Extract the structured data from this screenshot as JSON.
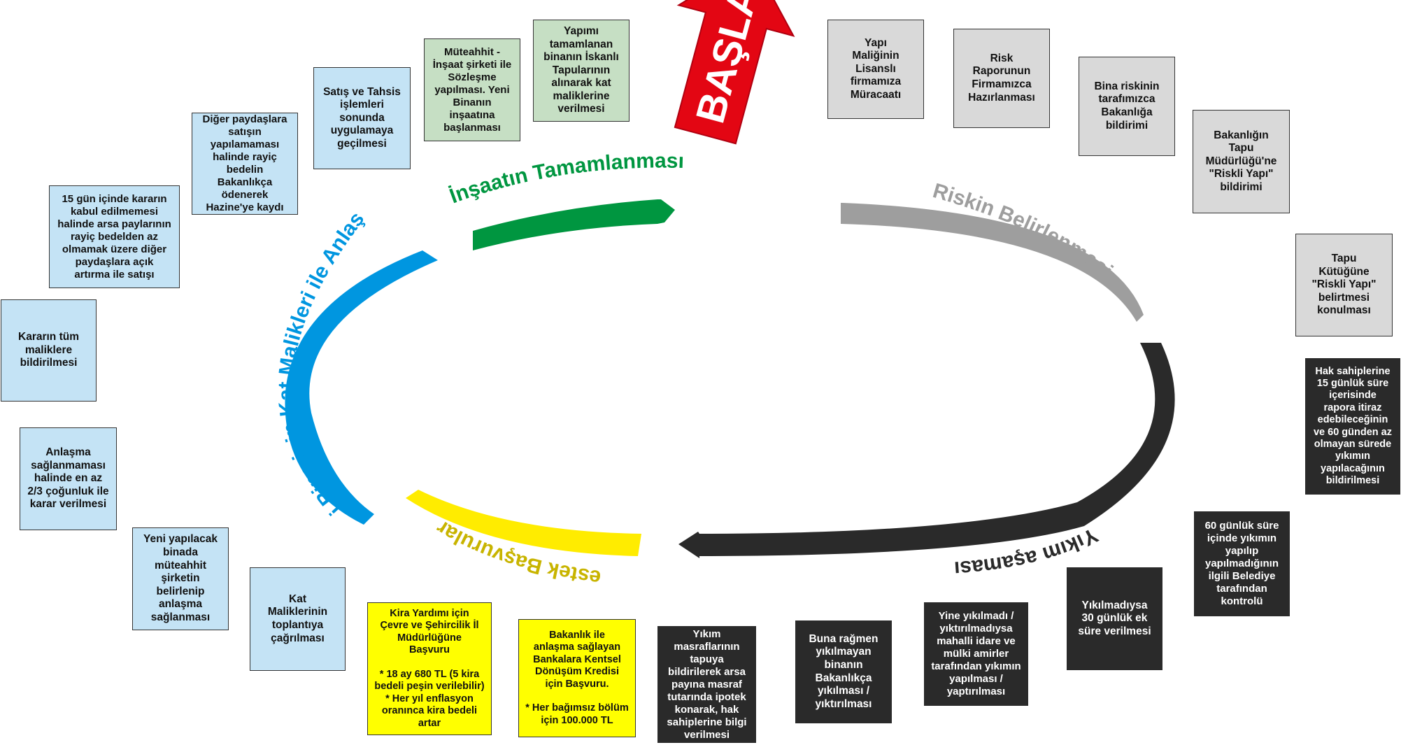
{
  "start_label": "BAŞLA",
  "phases": {
    "risk": "Riskin Belirlenmesi",
    "demolition": "Yıkım aşaması",
    "support": "Destek Başvuruları",
    "agreement": "Yeni Bina için Kat Malikleri ile Anlaşma",
    "construction": "İnşaatın Tamamlanması"
  },
  "colors": {
    "risk": "#9e9e9e",
    "demolition": "#2a2a2a",
    "support": "#ffec00",
    "support_label": "#c8b400",
    "agreement": "#0096e0",
    "construction": "#009640",
    "start": "#e30613"
  },
  "boxes": {
    "gray": [
      "Yapı\nMaliğinin\nLisanslı\nfirmamıza\nMüracaatı",
      "Risk\nRaporunun\nFirmamızca\nHazırlanması",
      "Bina riskinin\ntarafımızca\nBakanlığa\nbildirimi",
      "Bakanlığın\nTapu\nMüdürlüğü'ne\n\"Riskli Yapı\"\nbildirimi",
      "Tapu\nKütüğüne\n\"Riskli Yapı\"\nbelirtmesi\nkonulması"
    ],
    "dark": [
      "Hak sahiplerine\n15 günlük süre\niçerisinde\nrapora itiraz\nedebileceğinin\nve 60 günden az\nolmayan sürede\nyıkımın\nyapılacağının\nbildirilmesi",
      "60 günlük süre\niçinde yıkımın\nyapılıp\nyapılmadığının\nilgili Belediye\ntarafından\nkontrolü",
      "Yıkılmadıysa\n30 günlük ek\nsüre verilmesi",
      "Yine yıkılmadı /\nyıktırılmadıysa\nmahalli idare ve\nmülki amirler\ntarafından yıkımın\nyapılması /\nyaptırılması",
      "Buna rağmen\nyıkılmayan\nbinanın\nBakanlıkça\nyıkılması /\nyıktırılması",
      "Yıkım\nmasraflarının\ntapuya\nbildirilerek arsa\npayına masraf\ntutarında ipotek\nkonarak, hak\nsahiplerine bilgi\nverilmesi"
    ],
    "yellow": [
      "Bakanlık ile\nanlaşma sağlayan\nBankalara Kentsel\nDönüşüm Kredisi\niçin Başvuru.\n\n* Her bağımsız bölüm\niçin 100.000 TL",
      "Kira Yardımı için\nÇevre ve Şehircilik İl\nMüdürlüğüne\nBaşvuru\n\n* 18 ay 680 TL (5 kira\nbedeli peşin verilebilir)\n* Her yıl enflasyon\noranınca kira bedeli\nartar"
    ],
    "blue": [
      "Kat\nMaliklerinin\ntoplantıya\nçağrılması",
      "Yeni yapılacak\nbinada\nmüteahhit\nşirketin\nbelirlenip\nanlaşma\nsağlanması",
      "Anlaşma\nsağlanmaması\nhalinde en az\n2/3 çoğunluk ile\nkarar verilmesi",
      "Kararın tüm\nmaliklere\nbildirilmesi",
      "15 gün içinde kararın\nkabul edilmemesi\nhalinde arsa paylarının\nrayiç bedelden az\nolmamak üzere diğer\npaydaşlara açık\nartırma ile satışı",
      "Diğer paydaşlara\nsatışın\nyapılamaması\nhalinde rayiç\nbedelin\nBakanlıkça\nödenerek\nHazine'ye kaydı",
      "Satış ve Tahsis\nişlemleri\nsonunda\nuygulamaya\ngeçilmesi"
    ],
    "green": [
      "Müteahhit -\nİnşaat şirketi ile\nSözleşme\nyapılması. Yeni\nBinanın inşaatına\nbaşlanması",
      "Yapımı\ntamamlanan\nbinanın İskanlı\nTapularının\nalınarak kat\nmaliklerine\nverilmesi"
    ]
  }
}
